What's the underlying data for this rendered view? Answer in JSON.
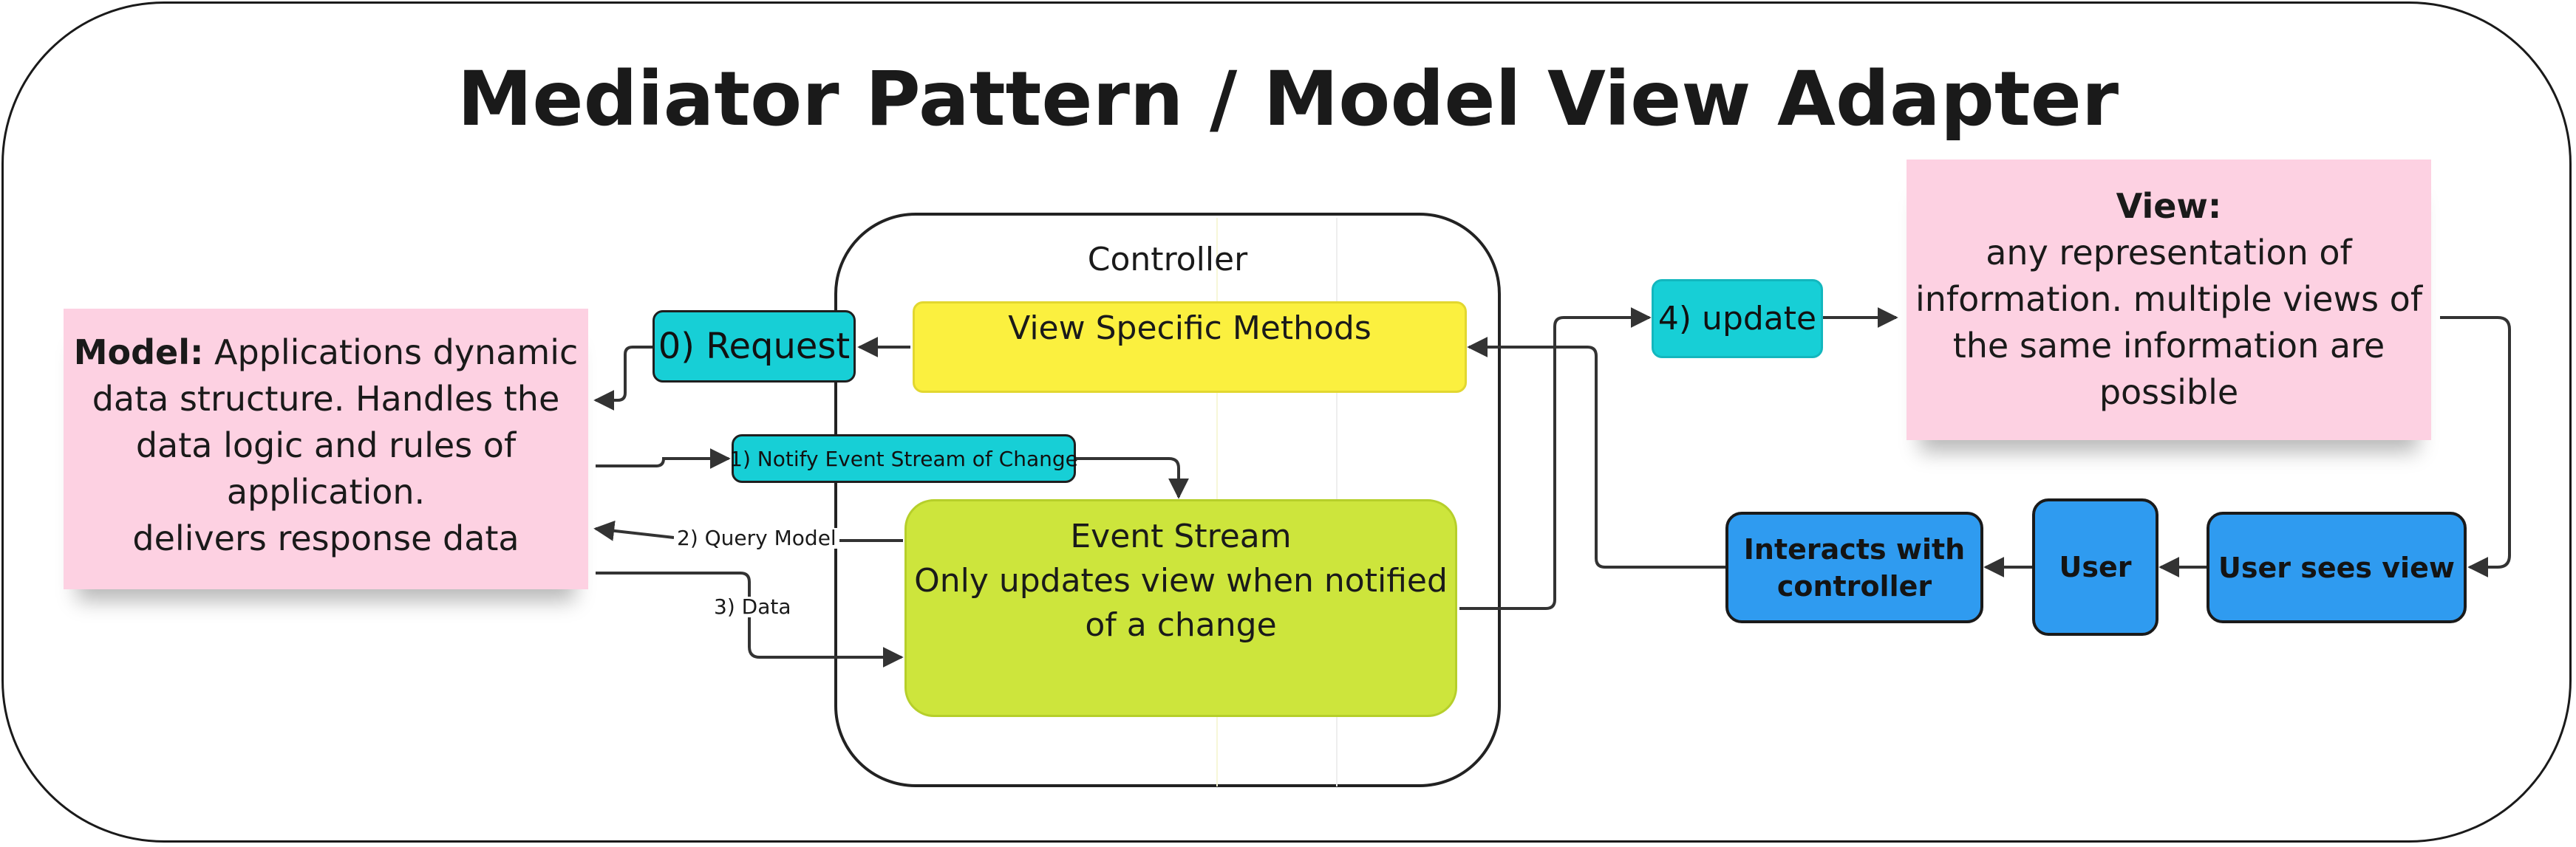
{
  "title": "Mediator Pattern / Model View Adapter",
  "controller": {
    "title": "Controller",
    "view_specific_methods": "View Specific Methods",
    "event_stream": {
      "title": "Event Stream",
      "description": "Only updates view when notified of a change"
    }
  },
  "model": {
    "heading": "Model:",
    "description": "Applications dynamic data structure. Handles the data logic and rules of application.",
    "note": "delivers response data"
  },
  "view": {
    "heading": "View:",
    "description": "any representation of information. multiple views of the same information are possible"
  },
  "labels": {
    "request": "0) Request",
    "notify": "1) Notify Event Stream of Change",
    "query": "2) Query Model",
    "data": "3) Data",
    "update": "4) update"
  },
  "user_flow": {
    "sees_view": "User sees view",
    "user": "User",
    "interacts": "Interacts with controller"
  },
  "colors": {
    "teal": "#17cfd6",
    "yellow": "#fbf03f",
    "green": "#cde53c",
    "blue": "#2f9bf0",
    "pink": "#fdd1e2"
  }
}
